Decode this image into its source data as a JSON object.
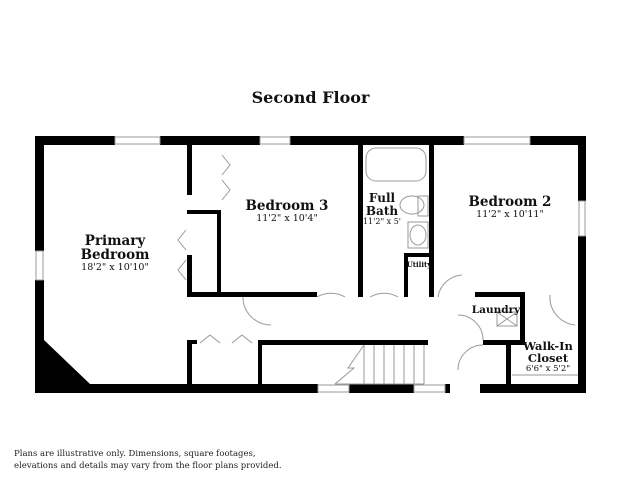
{
  "floor_plan": {
    "title": "Second Floor",
    "rooms": [
      {
        "name": "Primary Bedroom",
        "line1": "Primary",
        "line2": "Bedroom",
        "dimensions": "18'2\" x 10'10\""
      },
      {
        "name": "Bedroom 3",
        "dimensions": "11'2\" x 10'4\""
      },
      {
        "name": "Full Bath",
        "line1": "Full",
        "line2": "Bath",
        "dimensions": "11'2\" x 5'"
      },
      {
        "name": "Bedroom 2",
        "dimensions": "11'2\" x 10'11\""
      },
      {
        "name": "Utility"
      },
      {
        "name": "Laundry"
      },
      {
        "name": "Walk-In Closet",
        "line1": "Walk-In",
        "line2": "Closet",
        "dimensions": "6'6\" x 5'2\""
      }
    ],
    "disclaimer": {
      "line1": "Plans are illustrative only. Dimensions, square footages,",
      "line2": "elevations and details may vary from the floor plans provided."
    },
    "colors": {
      "wall": "#000000",
      "fixture": "#aaaaaa",
      "background": "#ffffff"
    }
  }
}
